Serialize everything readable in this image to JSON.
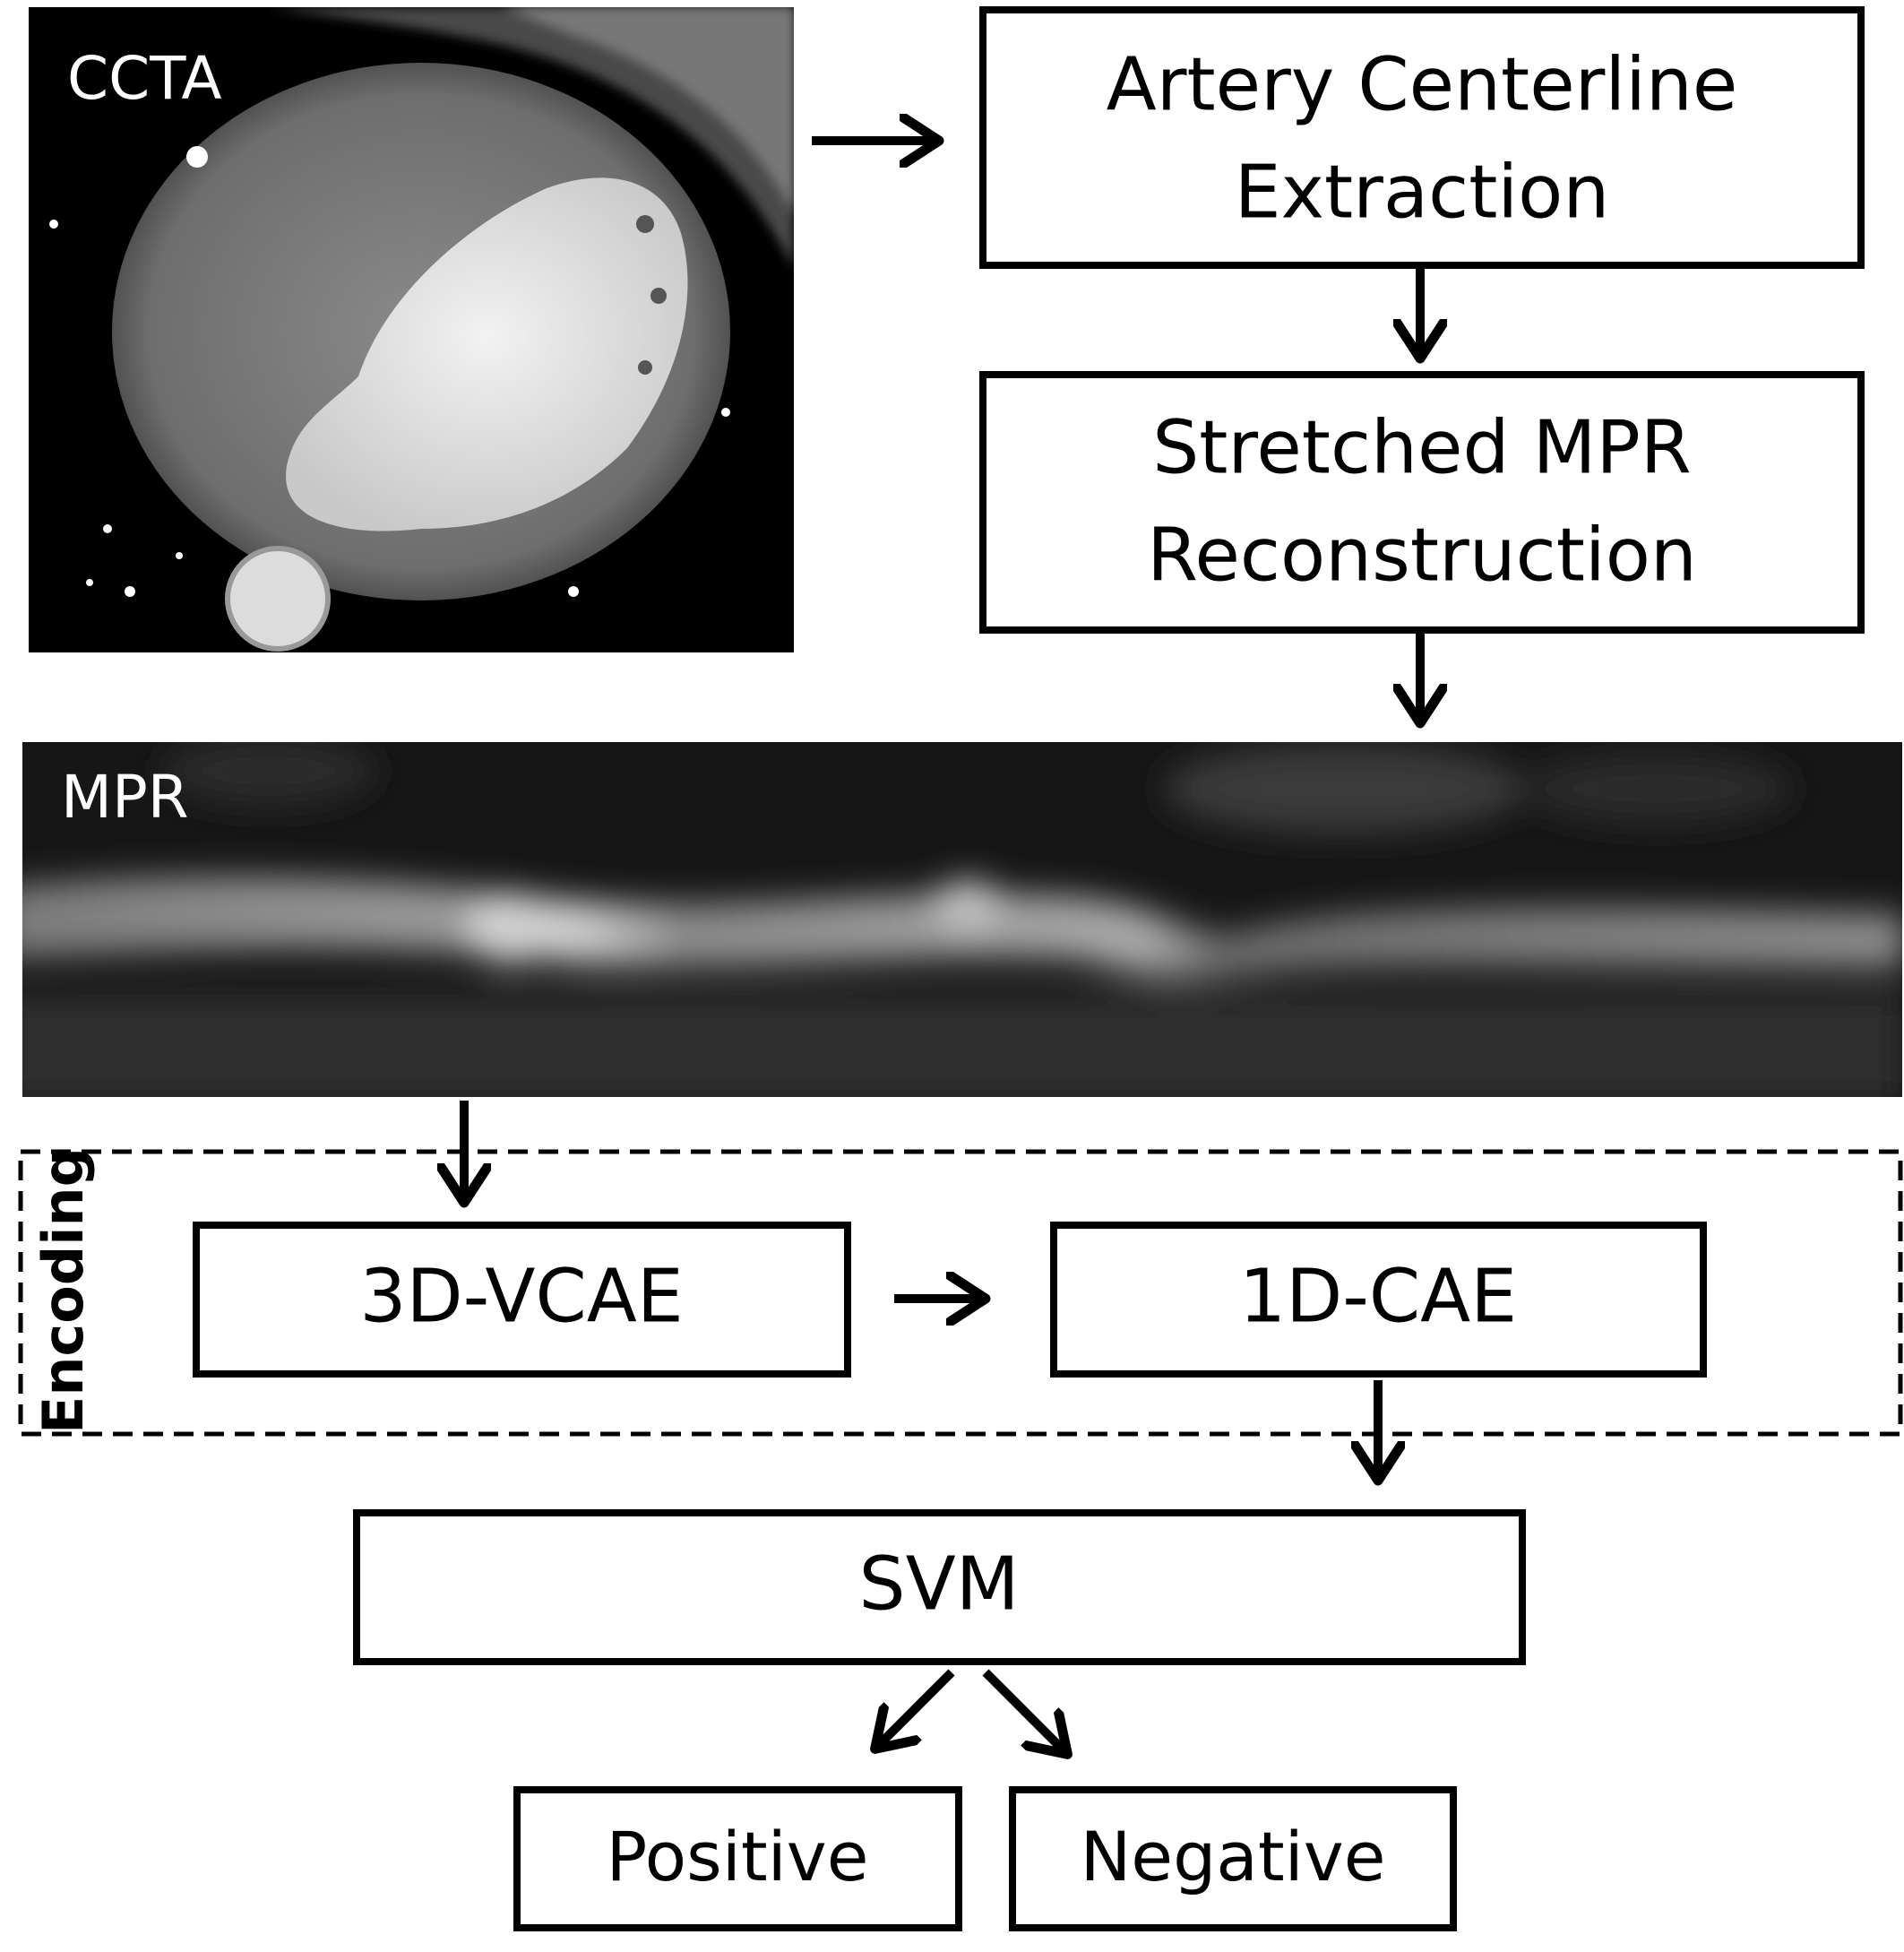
{
  "images": {
    "ccta_label": "CCTA",
    "mpr_label": "MPR"
  },
  "steps": {
    "centerline_line1": "Artery Centerline",
    "centerline_line2": "Extraction",
    "mpr_line1": "Stretched MPR",
    "mpr_line2": "Reconstruction"
  },
  "encoding": {
    "group_label": "Encoding",
    "vcae_label": "3D-VCAE",
    "cae_label": "1D-CAE"
  },
  "classifier": {
    "svm_label": "SVM",
    "positive_label": "Positive",
    "negative_label": "Negative"
  },
  "colors": {
    "box_stroke": "#000000",
    "image_background": "#000000",
    "label_on_image": "#ffffff"
  }
}
